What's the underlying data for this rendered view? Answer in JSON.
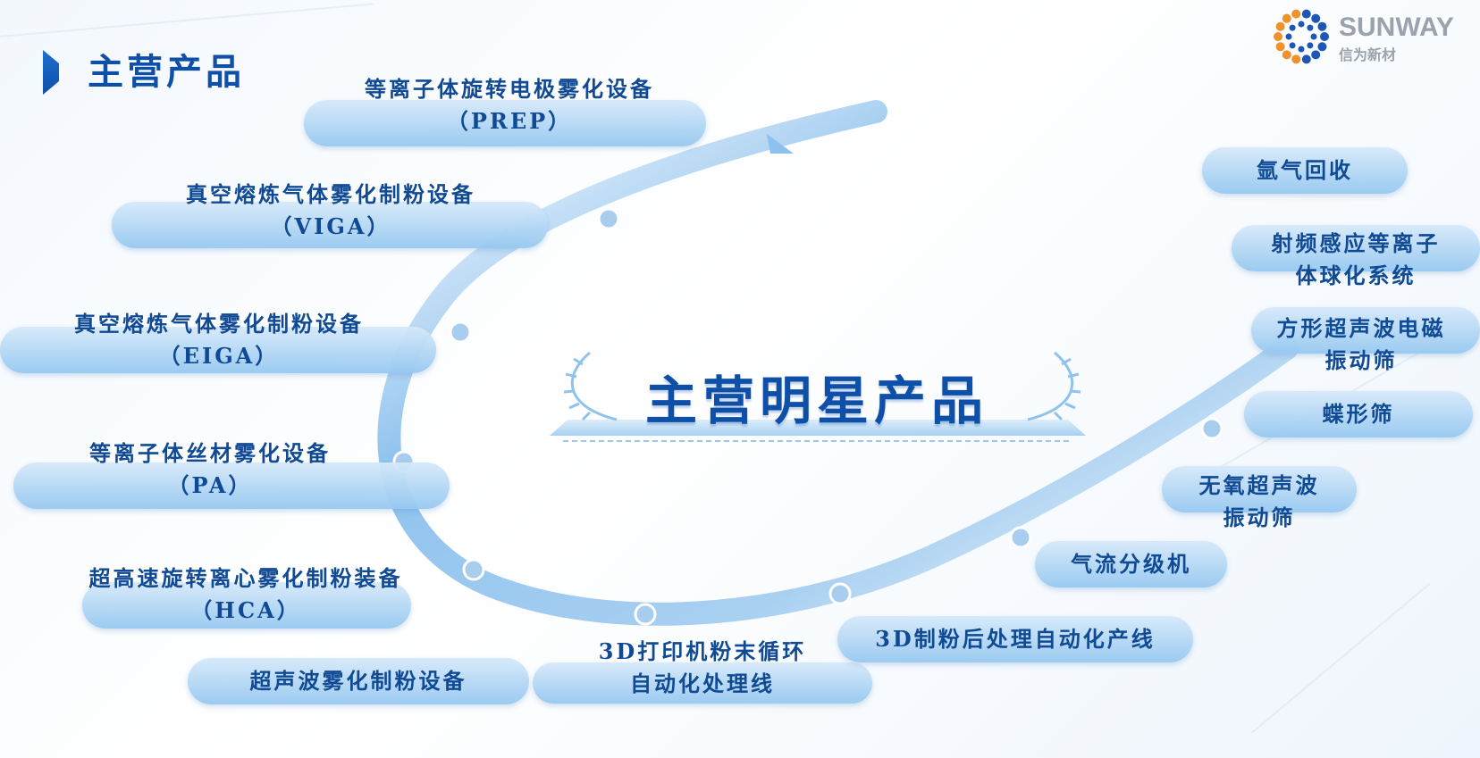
{
  "header": {
    "title": "主营产品"
  },
  "logo": {
    "brand": "SUNWAY",
    "sub": "信为新材"
  },
  "center": {
    "title": "主营明星产品"
  },
  "products_left": [
    {
      "line1": "等离子体旋转电极雾化设备",
      "line2": "（PREP）"
    },
    {
      "line1": "真空熔炼气体雾化制粉设备",
      "line2": "（VIGA）"
    },
    {
      "line1": "真空熔炼气体雾化制粉设备",
      "line2": "（EIGA）"
    },
    {
      "line1": "等离子体丝材雾化设备",
      "line2": "（PA）"
    },
    {
      "line1": "超高速旋转离心雾化制粉装备",
      "line2": "（HCA）"
    },
    {
      "line1": "超声波雾化制粉设备"
    }
  ],
  "products_bottom": [
    {
      "line1": "3D打印机粉末循环",
      "line2": "自动化处理线"
    },
    {
      "line1": "3D制粉后处理自动化产线"
    }
  ],
  "products_right": [
    {
      "line1": "氩气回收"
    },
    {
      "line1": "射频感应等离子",
      "line2": "体球化系统"
    },
    {
      "line1": "方形超声波电磁",
      "line2": "振动筛"
    },
    {
      "line1": "蝶形筛"
    },
    {
      "line1": "无氧超声波",
      "line2": "振动筛"
    },
    {
      "line1": "气流分级机"
    }
  ]
}
